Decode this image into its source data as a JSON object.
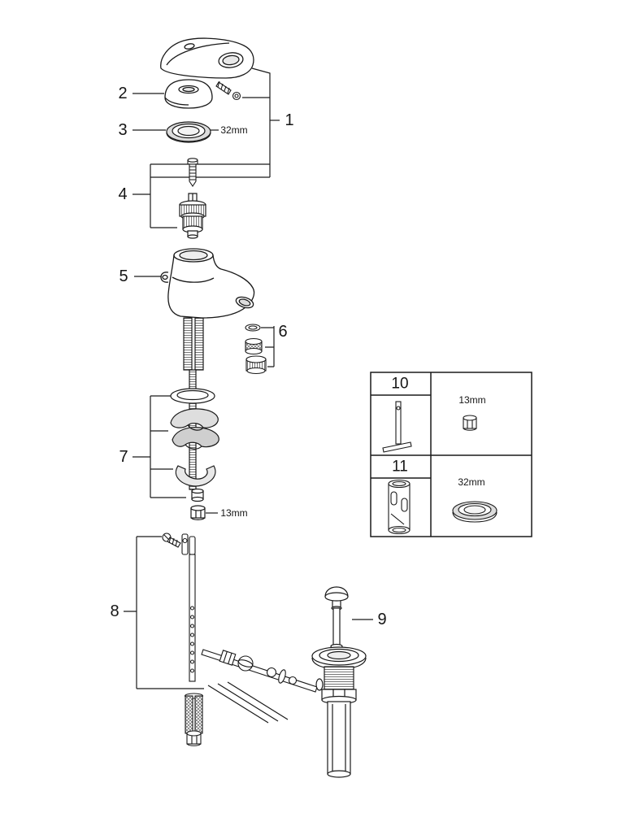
{
  "meta": {
    "background": "#ffffff",
    "line_color": "#1a1a1a"
  },
  "callouts": {
    "1": "1",
    "2": "2",
    "3": "3",
    "4": "4",
    "5": "5",
    "6": "6",
    "7": "7",
    "8": "8",
    "9": "9"
  },
  "dimensions": {
    "ring": "32mm",
    "nut": "13mm"
  },
  "toolbox": {
    "top": {
      "number": "10",
      "dim": "13mm"
    },
    "bottom": {
      "number": "11",
      "dim": "32mm"
    }
  }
}
